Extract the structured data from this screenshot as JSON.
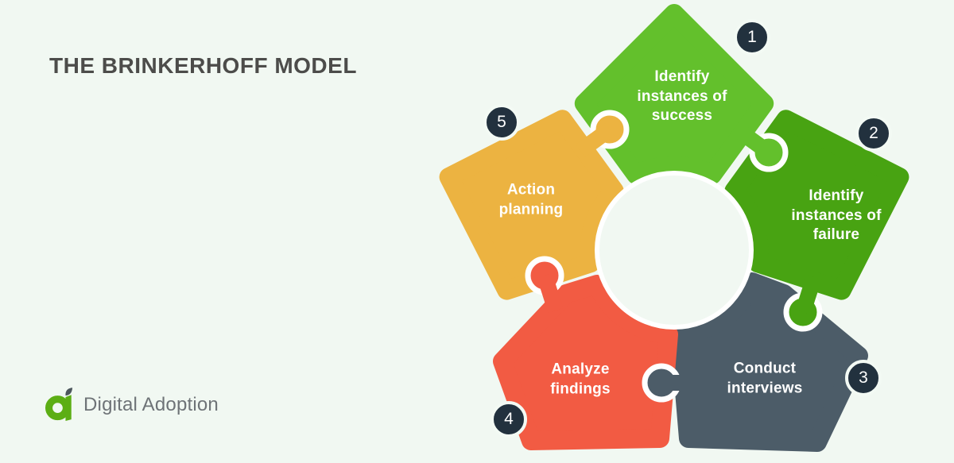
{
  "title": "THE BRINKERHOFF MODEL",
  "colors": {
    "background": "#f1f8f2",
    "gap_white": "#ffffff",
    "badge": "#22313e",
    "badge_ring": "#f3faf4",
    "badge_text": "#ffffff",
    "title_text": "#4c4c4a",
    "label_text": "#ffffff",
    "logo_green": "#5cae14",
    "logo_leaf": "#4c565c",
    "logo_text": "#6e7377"
  },
  "diagram": {
    "type": "puzzle-cycle",
    "steps": [
      {
        "number": "1",
        "label": "Identify\ninstances of\nsuccess",
        "color": "#63c02c"
      },
      {
        "number": "2",
        "label": "Identify\ninstances of\nfailure",
        "color": "#48a312"
      },
      {
        "number": "3",
        "label": "Conduct\ninterviews",
        "color": "#4c5c68"
      },
      {
        "number": "4",
        "label": "Analyze\nfindings",
        "color": "#f25b43"
      },
      {
        "number": "5",
        "label": "Action\nplanning",
        "color": "#ecb341"
      }
    ]
  },
  "footer": {
    "logo_text": "Digital Adoption"
  }
}
